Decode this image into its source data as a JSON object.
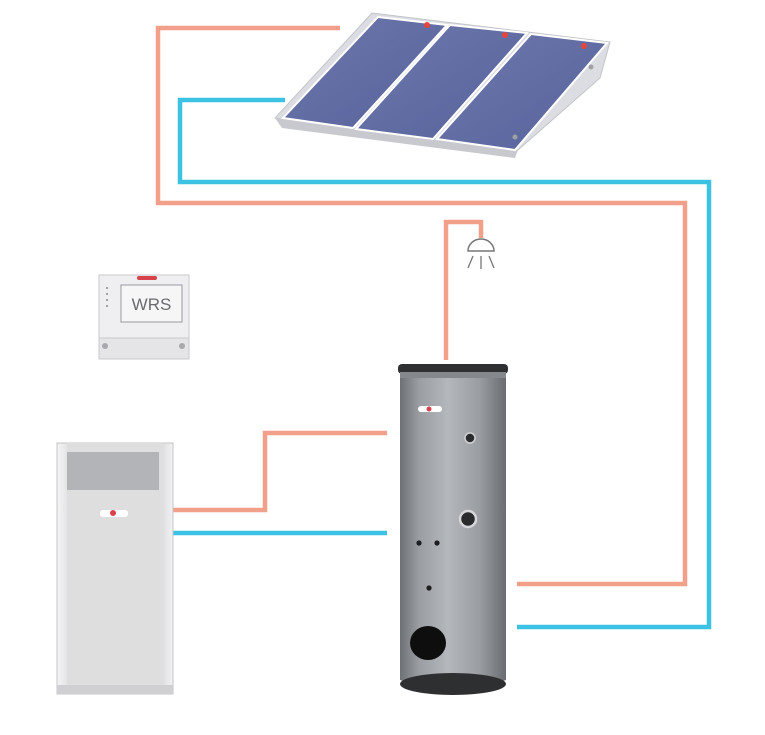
{
  "controller": {
    "label": "WRS"
  },
  "colors": {
    "hot_pipe": "#f2a08a",
    "cold_pipe": "#3cc3e4",
    "collector_panel": "#5f6ca3",
    "collector_frame": "#dcdde2",
    "tank_body": "#9da0a5",
    "boiler_body": "#e4e4e6",
    "boiler_panel": "#b3b4b8",
    "logo_accent": "#d8434b"
  },
  "components": [
    {
      "name": "solar-collectors",
      "icon": "solar-collector-icon",
      "panel_count": 3
    },
    {
      "name": "solar-controller",
      "icon": "controller-icon"
    },
    {
      "name": "hot-water-tap",
      "icon": "shower-icon"
    },
    {
      "name": "storage-tank",
      "icon": "cylinder-tank-icon"
    },
    {
      "name": "boiler",
      "icon": "boiler-icon"
    }
  ]
}
